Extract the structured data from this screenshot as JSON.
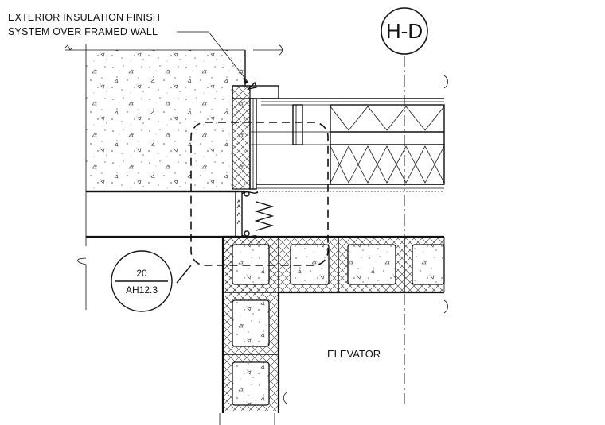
{
  "note": {
    "line1": "EXTERIOR INSULATION FINISH",
    "line2": "SYSTEM OVER FRAMED WALL"
  },
  "grid": {
    "label": "H-D"
  },
  "detail_tag": {
    "number": "20",
    "sheet": "AH12.3"
  },
  "room": {
    "label": "ELEVATOR"
  }
}
